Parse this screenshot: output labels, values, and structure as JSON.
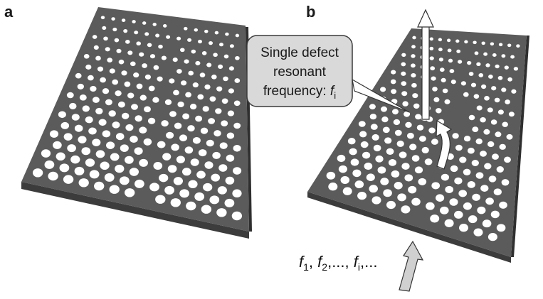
{
  "panels": {
    "a": {
      "label": "a"
    },
    "b": {
      "label": "b"
    }
  },
  "callout": {
    "line1": "Single defect",
    "line2": "resonant",
    "line3_prefix": "frequency: ",
    "line3_symbol": "f",
    "line3_subscript": "i"
  },
  "input_frequencies": {
    "f1_symbol": "f",
    "f1_sub": "1",
    "sep1": ", ",
    "f2_symbol": "f",
    "f2_sub": "2",
    "sep2": ",..., ",
    "fi_symbol": "f",
    "fi_sub": "i",
    "tail": ",..."
  },
  "colors": {
    "slab_top": "#5b5b5b",
    "slab_side": "#3c3c3c",
    "hole": "#ffffff",
    "callout_fill": "#d9d9d9",
    "callout_stroke": "#3a3a3a",
    "input_arrow": "#d0d0d0",
    "output_arrow": "#ffffff"
  },
  "icons": {
    "output_arrow": "up-arrow-icon",
    "input_arrow": "diagonal-up-arrow-icon",
    "coupling_arrow": "curved-arrow-icon"
  }
}
